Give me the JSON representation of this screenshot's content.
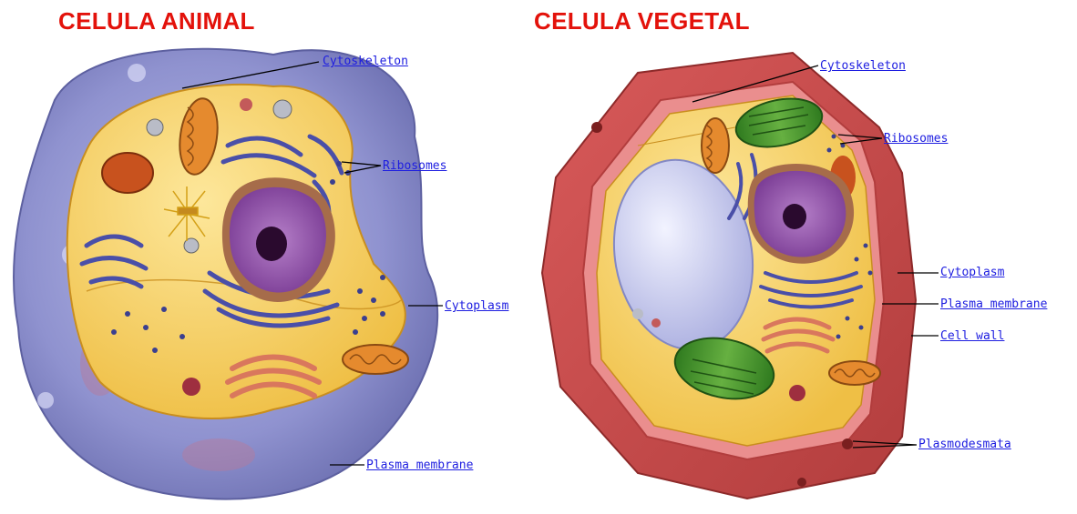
{
  "titles": {
    "animal": "CELULA ANIMAL",
    "plant": "CELULA VEGETAL"
  },
  "animal_labels": {
    "cytoskeleton": "Cytoskeleton",
    "ribosomes": "Ribosomes",
    "cytoplasm": "Cytoplasm",
    "plasma_membrane": "Plasma membrane"
  },
  "plant_labels": {
    "cytoskeleton": "Cytoskeleton",
    "ribosomes": "Ribosomes",
    "cytoplasm": "Cytoplasm",
    "plasma_membrane": "Plasma membrane",
    "cell_wall": "Cell wall",
    "plasmodesmata": "Plasmodesmata"
  },
  "colors": {
    "title": "#e3120b",
    "label_link": "#1d1de0",
    "leader_line": "#000000",
    "animal_membrane": "#8f92cf",
    "cytoplasm": "#f3c955",
    "nucleus": "#9a5ab0",
    "nucleolus": "#2a0a2e",
    "er": "#4a4fa8",
    "mitochondria": "#e58a2e",
    "chloroplast": "#3f8f2a",
    "vacuole": "#c9ccf2",
    "cell_wall": "#c94a4a",
    "golgi": "#d9775d"
  }
}
